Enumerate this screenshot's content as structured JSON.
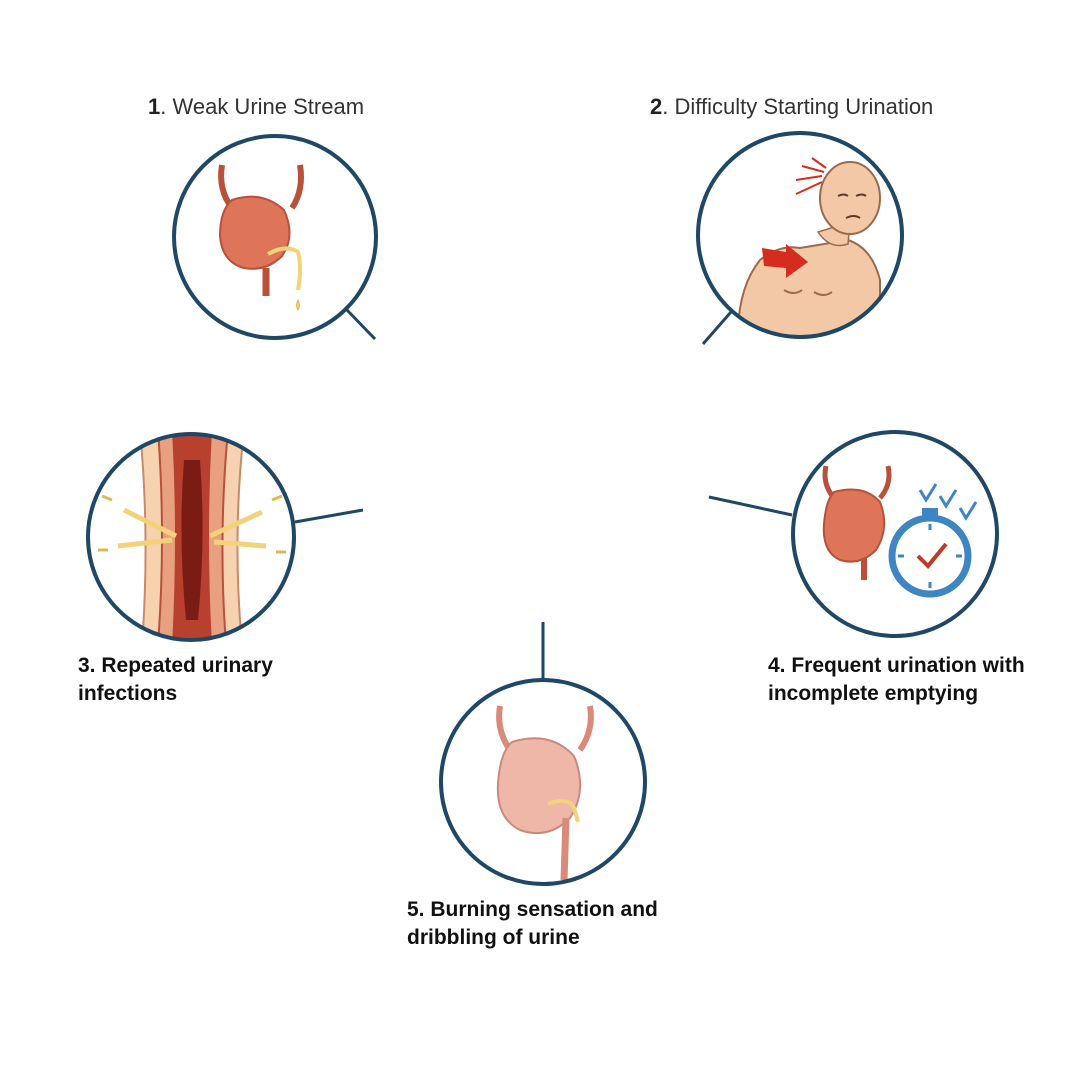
{
  "colors": {
    "ring": "#1f4766",
    "organ": "#de7558",
    "organ_dark": "#b8503a",
    "organ_pale": "#eeb7a8",
    "urine": "#f3d27a",
    "skin": "#f2c8a6",
    "arrow": "#d62b1f",
    "clock": "#3d86c2",
    "check": "#c0392b"
  },
  "items": [
    {
      "number": "1",
      "text": "Weak Urine Stream",
      "icon": "weak-stream-bladder-icon"
    },
    {
      "number": "2",
      "text": "Difficulty Starting Urination",
      "icon": "man-in-pain-icon"
    },
    {
      "number": "3",
      "line1": "3. Repeated urinary",
      "line2": "infections",
      "icon": "infected-urethra-icon"
    },
    {
      "number": "4",
      "line1": "4. Frequent urination with",
      "line2": "incomplete emptying",
      "icon": "bladder-stopwatch-icon"
    },
    {
      "number": "5",
      "line1": "5. Burning sensation and",
      "line2": "dribbling of urine",
      "icon": "dribbling-bladder-icon"
    }
  ]
}
